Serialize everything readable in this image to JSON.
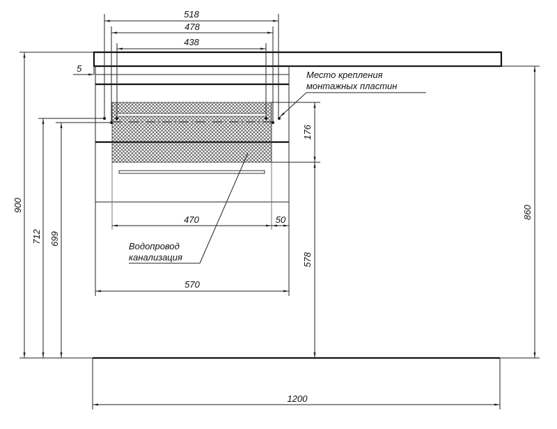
{
  "dimensions": {
    "top_518": "518",
    "top_478": "478",
    "top_438": "438",
    "offset_5": "5",
    "height_900": "900",
    "height_712": "712",
    "height_699": "699",
    "height_860": "860",
    "height_176": "176",
    "height_578": "578",
    "width_470": "470",
    "width_50": "50",
    "width_570": "570",
    "width_1200": "1200"
  },
  "labels": {
    "mount_line1": "Место крепления",
    "mount_line2": "монтажных пластин",
    "pipe_line1": "Водопровод",
    "pipe_line2": "канализация"
  }
}
